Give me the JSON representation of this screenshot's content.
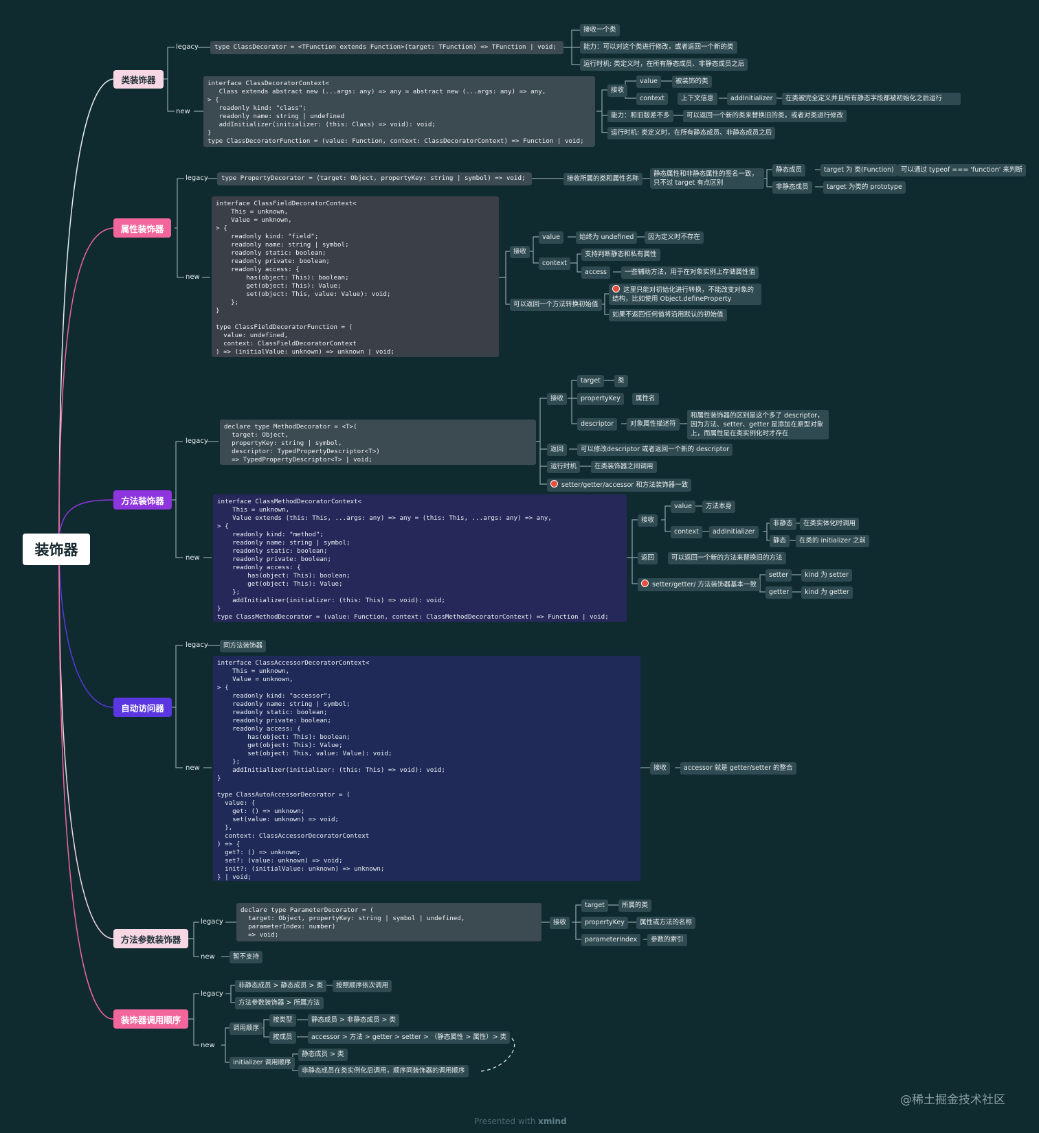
{
  "root": {
    "label": "装饰器"
  },
  "class_decorator": {
    "label": "类装饰器",
    "legacy_tag": "legacy",
    "new_tag": "new",
    "legacy_sig": "type ClassDecorator = <TFunction extends Function>(target: TFunction) => TFunction | void;",
    "legacy_notes": [
      "接收一个类",
      "能力：可以对这个类进行修改，或者返回一个新的类",
      "运行时机: 类定义时，在所有静态成员、非静态成员之后"
    ],
    "new_code": "interface ClassDecoratorContext<\n   Class extends abstract new (...args: any) => any = abstract new (...args: any) => any,\n> {\n   readonly kind: \"class\";\n   readonly name: string | undefined\n   addInitializer(initializer: (this: Class) => void): void;\n}\ntype ClassDecoratorFunction = (value: Function, context: ClassDecoratorContext) => Function | void;",
    "new_receive": "接收",
    "new_value": "value",
    "new_value_desc": "被装饰的类",
    "new_context": "context",
    "new_context_desc": "上下文信息",
    "new_addinit": "addInitializer",
    "new_addinit_desc": "在类被完全定义并且所有静态字段都被初始化之后运行",
    "new_ability": "能力：和旧版差不多",
    "new_ability_desc": "可以返回一个新的类来替换旧的类，或者对类进行修改",
    "new_timing": "运行时机: 类定义时，在所有静态成员、非静态成员之后"
  },
  "property_decorator": {
    "label": "属性装饰器",
    "legacy_tag": "legacy",
    "new_tag": "new",
    "legacy_sig": "type PropertyDecorator = (target: Object, propertyKey: string | symbol) => void;",
    "legacy_receive": "接收所属的类和属性名称",
    "legacy_sign": "静态属性和非静态属性的签名一致，只不过 target 有点区别",
    "legacy_static": "静态成员",
    "legacy_static_target": "target 为 类(Function)",
    "legacy_static_note": "可以通过 typeof === 'function' 来判断",
    "legacy_nonstatic": "非静态成员",
    "legacy_nonstatic_target": "target 为类的 prototype",
    "new_code": "interface ClassFieldDecoratorContext<\n    This = unknown,\n    Value = unknown,\n> {\n    readonly kind: \"field\";\n    readonly name: string | symbol;\n    readonly static: boolean;\n    readonly private: boolean;\n    readonly access: {\n        has(object: This): boolean;\n        get(object: This): Value;\n        set(object: This, value: Value): void;\n    };\n}\n\ntype ClassFieldDecoratorFunction = (\n  value: undefined,\n  context: ClassFieldDecoratorContext\n) => (initialValue: unknown) => unknown | void;",
    "new_receive": "接收",
    "new_value": "value",
    "new_value_desc": "始终为 undefined",
    "new_value_reason": "因为定义时不存在",
    "new_context": "context",
    "new_context_desc1": "支持判断静态和私有属性",
    "new_access": "access",
    "new_access_desc": "一些辅助方法，用于在对象实例上存储属性值",
    "new_return": "可以返回一个方法转换初始值",
    "new_return_note1": "这里只能对初始化进行转换，不能改变对象的结构，比如使用 Object.defineProperty",
    "new_return_note2": "如果不返回任何值将沿用默认的初始值"
  },
  "method_decorator": {
    "label": "方法装饰器",
    "legacy_tag": "legacy",
    "new_tag": "new",
    "legacy_code": "declare type MethodDecorator = <T>(\n  target: Object,\n  propertyKey: string | symbol,\n  descriptor: TypedPropertyDescriptor<T>)\n  => TypedPropertyDescriptor<T> | void;",
    "legacy_receive": "接收",
    "legacy_target": "target",
    "legacy_target_desc": "类",
    "legacy_key": "propertyKey",
    "legacy_key_desc": "属性名",
    "legacy_descriptor": "descriptor",
    "legacy_descriptor_desc": "对象属性描述符",
    "legacy_descriptor_note": "和属性装饰器的区别是这个多了 descriptor，因为方法、setter、getter 是添加在原型对象上，而属性是在类实例化时才存在",
    "legacy_return": "返回",
    "legacy_return_desc": "可以修改descriptor 或者返回一个新的 descriptor",
    "legacy_timing": "运行时机",
    "legacy_timing_desc": "在类装饰器之间调用",
    "legacy_accessor": "setter/getter/accessor 和方法装饰器一致",
    "new_code": "interface ClassMethodDecoratorContext<\n    This = unknown,\n    Value extends (this: This, ...args: any) => any = (this: This, ...args: any) => any,\n> {\n    readonly kind: \"method\";\n    readonly name: string | symbol;\n    readonly static: boolean;\n    readonly private: boolean;\n    readonly access: {\n        has(object: This): boolean;\n        get(object: This): Value;\n    };\n    addInitializer(initializer: (this: This) => void): void;\n}\ntype ClassMethodDecorator = (value: Function, context: ClassMethodDecoratorContext) => Function | void;",
    "new_receive": "接收",
    "new_value": "value",
    "new_value_desc": "方法本身",
    "new_context": "context",
    "new_addinit": "addInitializer",
    "new_nonstatic": "非静态",
    "new_nonstatic_desc": "在类实体化时调用",
    "new_static": "静态",
    "new_static_desc": "在类的 initializer 之前",
    "new_return": "返回",
    "new_return_desc": "可以返回一个新的方法来替换旧的方法",
    "new_accessor": "setter/getter/ 方法装饰器基本一致",
    "new_setter": "setter",
    "new_setter_desc": "kind 为 setter",
    "new_getter": "getter",
    "new_getter_desc": "kind 为 getter"
  },
  "auto_accessor": {
    "label": "自动访问器",
    "legacy_tag": "legacy",
    "legacy_desc": "同方法装饰器",
    "new_tag": "new",
    "new_code": "interface ClassAccessorDecoratorContext<\n    This = unknown,\n    Value = unknown,\n> {\n    readonly kind: \"accessor\";\n    readonly name: string | symbol;\n    readonly static: boolean;\n    readonly private: boolean;\n    readonly access: {\n        has(object: This): boolean;\n        get(object: This): Value;\n        set(object: This, value: Value): void;\n    };\n    addInitializer(initializer: (this: This) => void): void;\n}\n\ntype ClassAutoAccessorDecorator = (\n  value: {\n    get: () => unknown;\n    set(value: unknown) => void;\n  },\n  context: ClassAccessorDecoratorContext\n) => {\n  get?: () => unknown;\n  set?: (value: unknown) => void;\n  init?: (initialValue: unknown) => unknown;\n} | void;",
    "new_receive": "接收",
    "new_receive_desc": "accessor 就是 getter/setter 的整合"
  },
  "param_decorator": {
    "label": "方法参数装饰器",
    "legacy_tag": "legacy",
    "legacy_code": "declare type ParameterDecorator = (\n  target: Object, propertyKey: string | symbol | undefined,\n  parameterIndex: number)\n  => void;",
    "legacy_receive": "接收",
    "legacy_target": "target",
    "legacy_target_desc": "所属的类",
    "legacy_key": "propertyKey",
    "legacy_key_desc": "属性或方法的名称",
    "legacy_index": "parameterIndex",
    "legacy_index_desc": "参数的索引",
    "new_tag": "new",
    "new_desc": "暂不支持"
  },
  "call_order": {
    "label": "装饰器调用顺序",
    "legacy_tag": "legacy",
    "legacy_order1": "非静态成员 > 静态成员 > 类",
    "legacy_order1_note": "按照顺序依次调用",
    "legacy_order2": "方法参数装饰器 > 所属方法",
    "new_tag": "new",
    "new_order": "调用顺序",
    "new_by_type": "按类型",
    "new_by_type_desc": "静态成员 > 非静态成员 > 类",
    "new_by_member": "按成员",
    "new_by_member_desc": "accessor > 方法 > getter > setter > （静态属性 > 属性）> 类",
    "new_init": "initializer 调用顺序",
    "new_init_1": "静态成员 > 类",
    "new_init_2": "非静态成员在类实例化后调用，顺序同装饰器的调用顺序"
  },
  "watermark": "@稀土掘金技术社区",
  "footer": {
    "prefix": "Presented with",
    "brand": "xmind"
  },
  "colors": {
    "background": "#0f2b30",
    "line": "#8fa5aa",
    "pink_accent": "#f2669c",
    "purple_accent": "#8e35dd",
    "indigo_accent": "#5a37e0",
    "white_branch": "#e8eef0"
  }
}
